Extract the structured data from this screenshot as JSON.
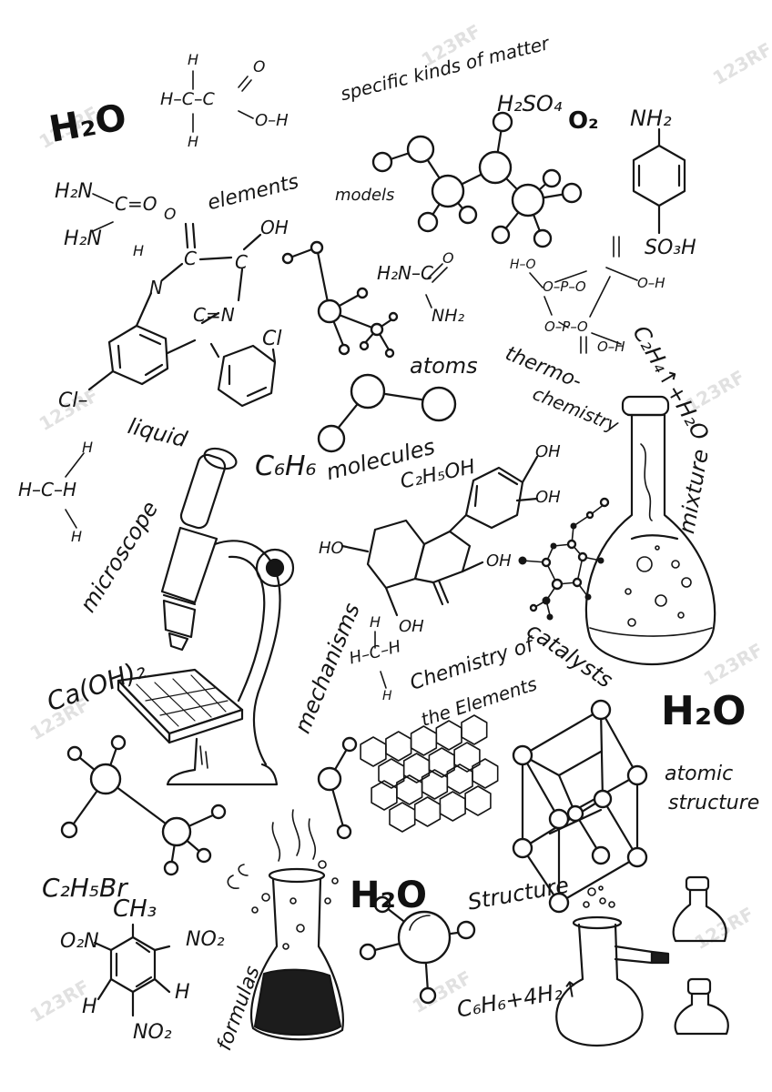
{
  "labels": {
    "specific_kinds": "specific kinds of matter",
    "elements": "elements",
    "models": "models",
    "atoms": "atoms",
    "thermo": "thermo-",
    "chemistry": "chemistry",
    "liquid": "liquid",
    "molecules": "molecules",
    "microscope": "microscope",
    "mixture": "mixture",
    "mechanisms": "mechanisms",
    "catalysts": "catalysts",
    "chemistry_of": "Chemistry of",
    "the_elements": "the Elements",
    "atomic": "atomic",
    "atomic_structure": "structure",
    "structure": "Structure",
    "formulas": "formulas"
  },
  "formulas": {
    "h2o_top": "H₂O",
    "h2o_mid": "H₂O",
    "h2o_bottom": "H₂O",
    "o2": "O₂",
    "h2so4": "H₂SO₄",
    "nh2": "NH₂",
    "so3h": "SO₃H",
    "urea_h2n_top": "H₂N",
    "urea_h2n_bottom": "H₂N",
    "urea_c_o": "C=O",
    "urea2_h2n": "H₂N–C",
    "urea2_nh2": "NH₂",
    "urea2_o": "O",
    "c2h4": "C₂H₄↑+H₂O",
    "c6h6": "C₆H₆",
    "c2h5oh": "C₂H₅OH",
    "ca_oh2": "Ca(OH)₂",
    "c2h5br": "C₂H₅Br",
    "ch3": "CH₃",
    "o2n": "O₂N",
    "no2_right": "NO₂",
    "no2_bottom": "NO₂",
    "h_left": "H",
    "h_right": "H",
    "c6h6_4h2": "C₆H₆+4H₂↑",
    "cl_left": "Cl–",
    "cl_right": "Cl",
    "oh_top": "OH",
    "ho_left": "HO",
    "oh_mid": "OH",
    "oh_bottom": "OH",
    "oh_ring1": "OH",
    "oh_ring2": "OH",
    "acetic": "H–C–C",
    "acetic_oh": "O–H",
    "acetic_o": "O",
    "acetic_h1": "H",
    "acetic_h2": "H",
    "methane_h": "H–C–H",
    "methane_h_top": "H",
    "methane_h_bot": "H",
    "methane2": "H–C–H",
    "n_label": "N",
    "c_label": "C",
    "cn_label": "C=N",
    "h_n": "H",
    "p_o": "O–P–O",
    "ho_p": "H–O",
    "oh_p1": "O–H",
    "oh_p2": "O–H"
  },
  "watermark": "123RF",
  "colors": {
    "ink": "#151515",
    "background": "#ffffff"
  }
}
